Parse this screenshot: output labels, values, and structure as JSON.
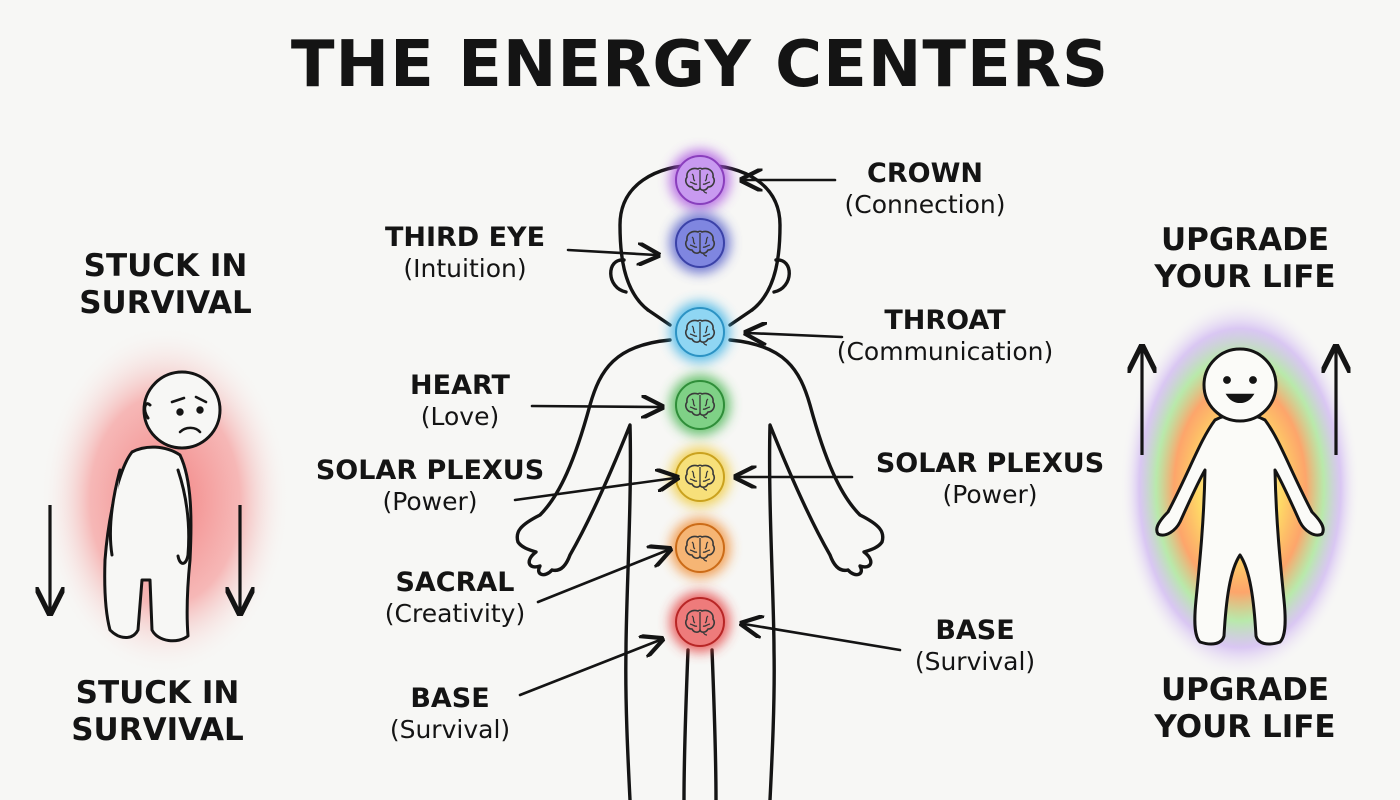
{
  "title": "THE ENERGY CENTERS",
  "left_caption": {
    "line1": "STUCK IN",
    "line2": "SURVIVAL"
  },
  "right_caption": {
    "line1": "UPGRADE",
    "line2": "YOUR LIFE"
  },
  "labels": {
    "crown": {
      "name": "CROWN",
      "desc": "(Connection)"
    },
    "third_eye": {
      "name": "THIRD EYE",
      "desc": "(Intuition)"
    },
    "throat": {
      "name": "THROAT",
      "desc": "(Communication)"
    },
    "heart": {
      "name": "HEART",
      "desc": "(Love)"
    },
    "solar_plexus": {
      "name": "SOLAR PLEXUS",
      "desc": "(Power)"
    },
    "sacral": {
      "name": "SACRAL",
      "desc": "(Creativity)"
    },
    "base": {
      "name": "BASE",
      "desc": "(Survival)"
    }
  },
  "colors": {
    "crown": "#a94fe0",
    "third_eye": "#4c55c8",
    "throat": "#3fb4e6",
    "heart": "#3fb24a",
    "solar_plexus": "#f0c934",
    "sacral": "#f08a2e",
    "base": "#e43a3a",
    "survival_aura": "#f25b5b"
  }
}
